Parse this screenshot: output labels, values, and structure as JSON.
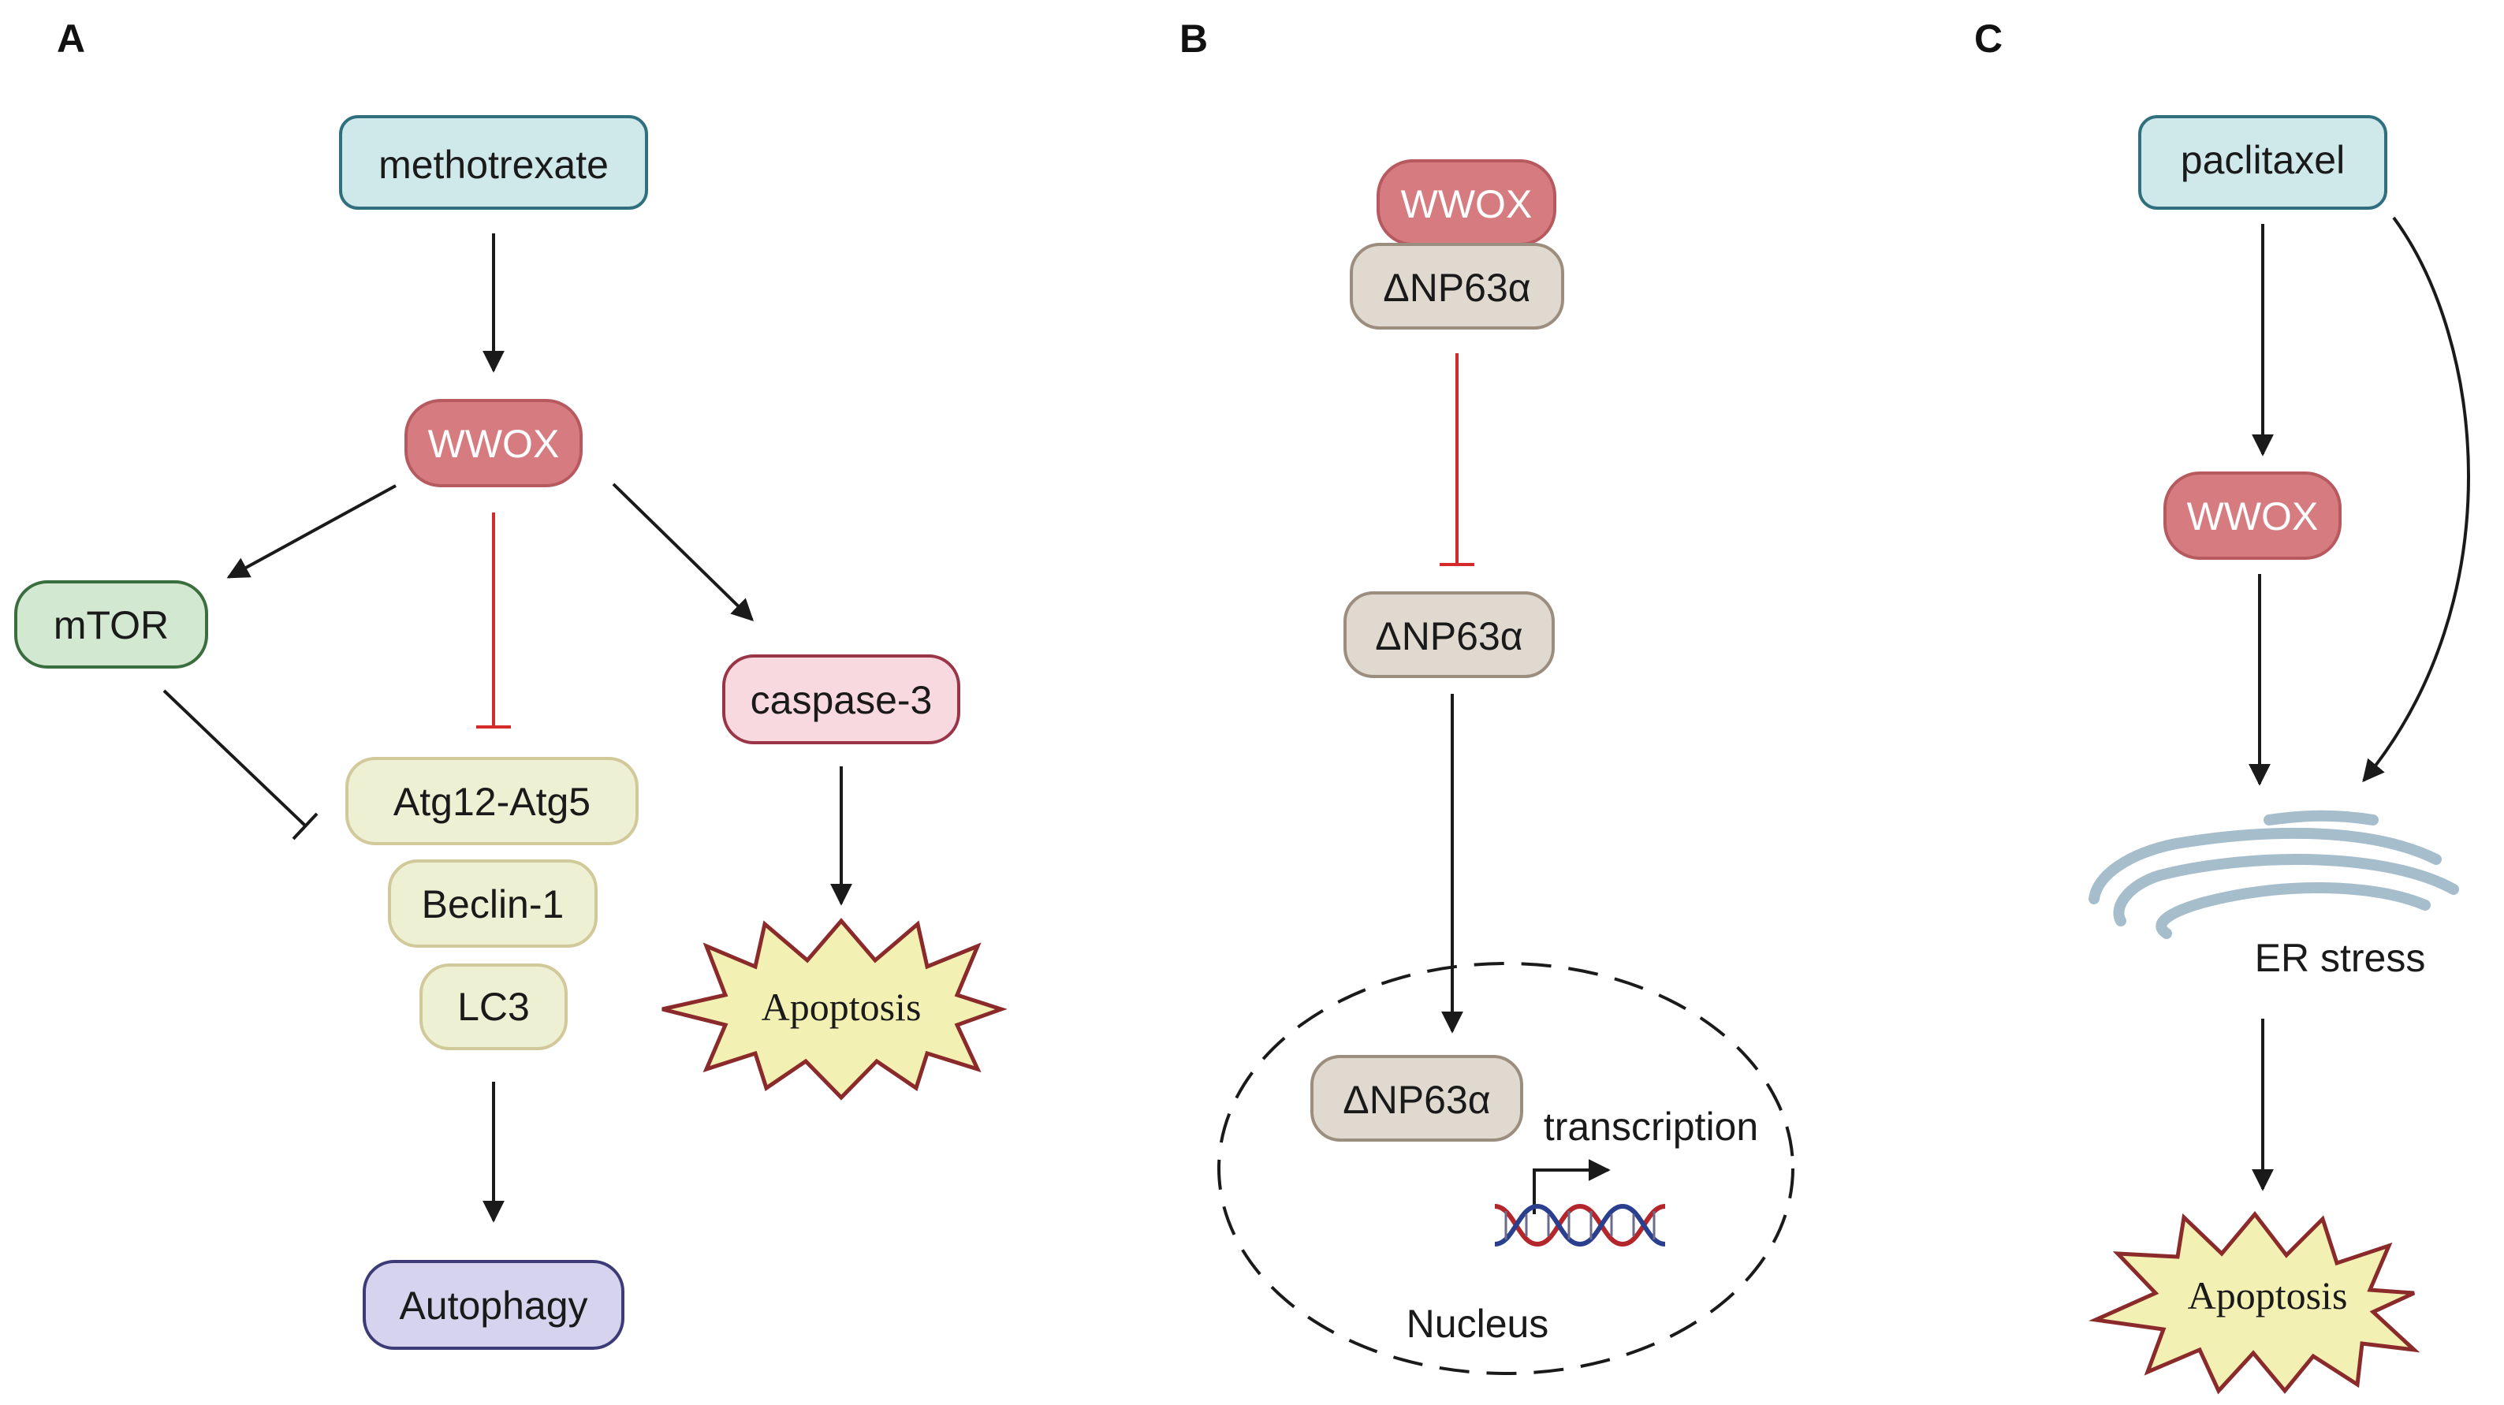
{
  "panels": {
    "A": {
      "letter": "A",
      "methotrexate": "methotrexate",
      "wwox": "WWOX",
      "mtor": "mTOR",
      "caspase3": "caspase-3",
      "atg12_atg5": "Atg12-Atg5",
      "beclin1": "Beclin-1",
      "lc3": "LC3",
      "apoptosis": "Apoptosis",
      "autophagy": "Autophagy"
    },
    "B": {
      "letter": "B",
      "wwox": "WWOX",
      "dnp63a_complex": "ΔNP63α",
      "dnp63a": "ΔNP63α",
      "dnp63a_nuclear": "ΔNP63α",
      "transcription": "transcription",
      "nucleus": "Nucleus"
    },
    "C": {
      "letter": "C",
      "paclitaxel": "paclitaxel",
      "wwox": "WWOX",
      "er_stress": "ER stress",
      "apoptosis": "Apoptosis"
    }
  },
  "colors": {
    "drug_fill": "#cfe8ea",
    "drug_stroke": "#2f6f7e",
    "wwox_fill": "#d67b80",
    "wwox_stroke": "#b75a60",
    "mtor_fill": "#d3e8d0",
    "mtor_stroke": "#3b6e3e",
    "caspase_fill": "#f8d9df",
    "caspase_stroke": "#9a3548",
    "autophagy_protein_fill": "#eef0d3",
    "autophagy_protein_stroke": "#d2c99a",
    "autophagy_fill": "#d5d3ee",
    "autophagy_stroke": "#3d3a78",
    "p63_fill": "#e0d9d0",
    "p63_stroke": "#9c8e7e",
    "apoptosis_fill": "#f3f0b4",
    "apoptosis_stroke": "#8b2a2a",
    "er_stroke": "#a6bdcc",
    "inhibition": "#d42a2a"
  },
  "icons": [
    "dna-helix-icon",
    "endoplasmic-reticulum-icon",
    "apoptosis-burst-icon"
  ]
}
